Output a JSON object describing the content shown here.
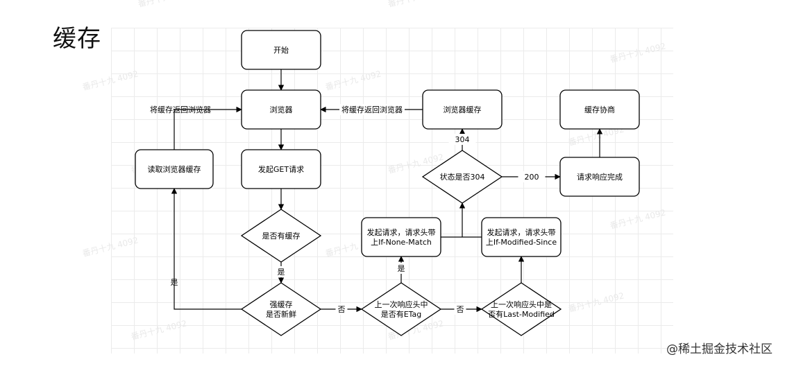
{
  "title": "缓存",
  "watermark": "番丹十九 4092",
  "credit": "@稀土掘金技术社区",
  "nodes": [
    {
      "id": "start",
      "shape": "rect",
      "lines": [
        "开始"
      ]
    },
    {
      "id": "browser",
      "shape": "rect",
      "lines": [
        "浏览器"
      ]
    },
    {
      "id": "get",
      "shape": "rect",
      "lines": [
        "发起GET请求"
      ]
    },
    {
      "id": "read_cache",
      "shape": "rect",
      "lines": [
        "读取浏览器缓存"
      ]
    },
    {
      "id": "has_cache",
      "shape": "diamond",
      "lines": [
        "是否有缓存"
      ]
    },
    {
      "id": "strong",
      "shape": "diamond",
      "lines": [
        "强缓存",
        "是否新鲜"
      ]
    },
    {
      "id": "etag",
      "shape": "diamond",
      "lines": [
        "上一次响应头中",
        "是否有ETag"
      ]
    },
    {
      "id": "lastmod",
      "shape": "diamond",
      "lines": [
        "上一次响应头中是",
        "否有Last-Modified"
      ]
    },
    {
      "id": "req_inm",
      "shape": "rect",
      "lines": [
        "发起请求，请求头带",
        "上If-None-Match"
      ]
    },
    {
      "id": "req_ims",
      "shape": "rect",
      "lines": [
        "发起请求，请求头带",
        "上If-Modified-Since"
      ]
    },
    {
      "id": "status",
      "shape": "diamond",
      "lines": [
        "状态是否304"
      ]
    },
    {
      "id": "browser_cache",
      "shape": "rect",
      "lines": [
        "浏览器缓存"
      ]
    },
    {
      "id": "complete",
      "shape": "rect",
      "lines": [
        "请求响应完成"
      ]
    },
    {
      "id": "negotiate",
      "shape": "rect",
      "lines": [
        "缓存协商"
      ]
    }
  ],
  "edges": [
    {
      "id": "start-browser",
      "label": ""
    },
    {
      "id": "browser-get",
      "label": ""
    },
    {
      "id": "get-hascache",
      "label": ""
    },
    {
      "id": "hascache-strong",
      "label": "是"
    },
    {
      "id": "strong-readcache",
      "label": "是"
    },
    {
      "id": "readcache-browser",
      "label": "将缓存返回浏览器"
    },
    {
      "id": "strong-etag",
      "label": "否"
    },
    {
      "id": "etag-lastmod",
      "label": "否"
    },
    {
      "id": "etag-reqinm",
      "label": "是"
    },
    {
      "id": "lastmod-reqims",
      "label": ""
    },
    {
      "id": "requests-status",
      "label": ""
    },
    {
      "id": "status-browsercache",
      "label": "304"
    },
    {
      "id": "browsercache-browser",
      "label": "将缓存返回浏览器"
    },
    {
      "id": "status-complete",
      "label": "200"
    },
    {
      "id": "complete-negotiate",
      "label": ""
    }
  ]
}
